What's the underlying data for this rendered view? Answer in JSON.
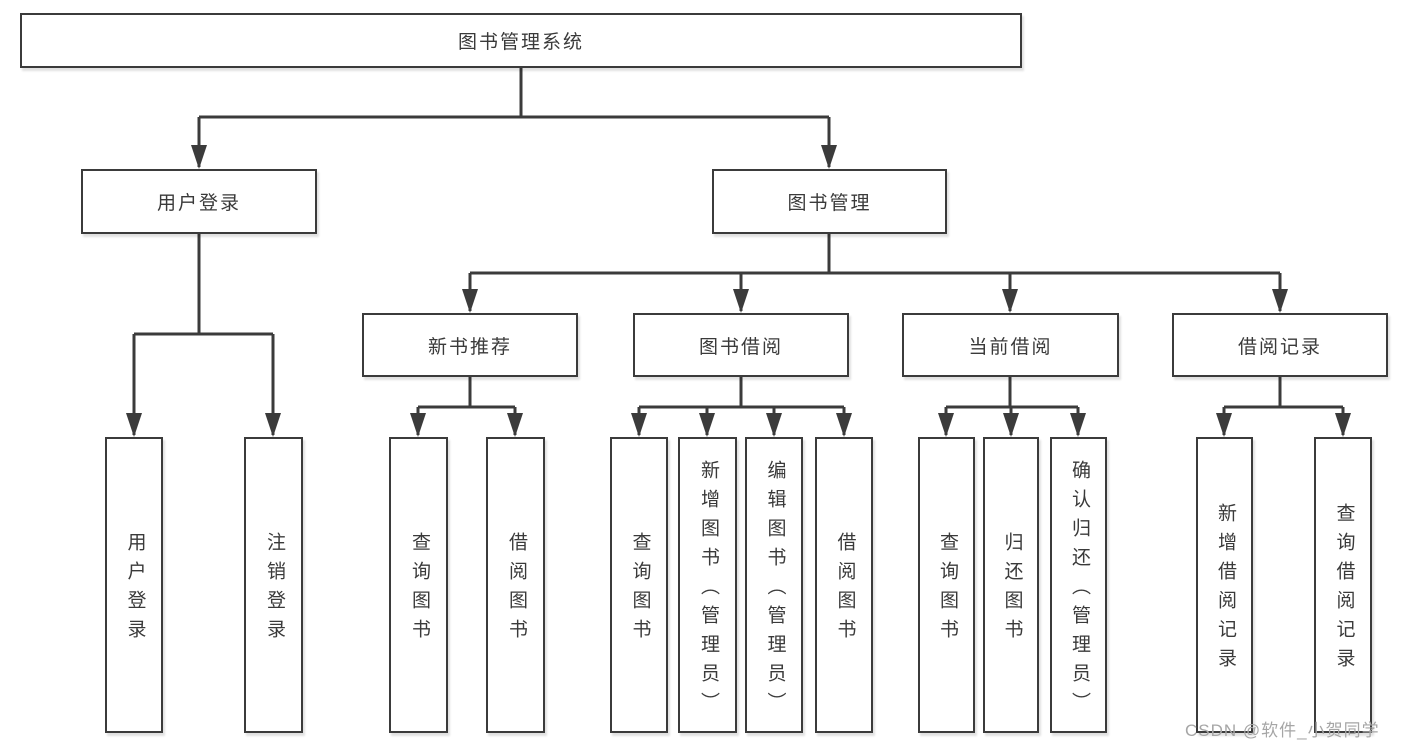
{
  "tree": {
    "root": {
      "label": "图书管理系统"
    },
    "branches": [
      {
        "label": "用户登录",
        "children": [
          "用户登录",
          "注销登录"
        ]
      },
      {
        "label": "图书管理",
        "sections": [
          {
            "label": "新书推荐",
            "children": [
              "查询图书",
              "借阅图书"
            ]
          },
          {
            "label": "图书借阅",
            "children": [
              "查询图书",
              "新增图书（管理员）",
              "编辑图书（管理员）",
              "借阅图书"
            ]
          },
          {
            "label": "当前借阅",
            "children": [
              "查询图书",
              "归还图书",
              "确认归还（管理员）"
            ]
          },
          {
            "label": "借阅记录",
            "children": [
              "新增借阅记录",
              "查询借阅记录"
            ]
          }
        ]
      }
    ]
  },
  "watermark": {
    "text": "CSDN @软件_小贺同学"
  },
  "icons": {
    "arrowhead": "filled-down-triangle"
  },
  "colors": {
    "line": "#3b3b3b",
    "box_border": "#3b3b3b",
    "text": "#3a3a3a",
    "watermark": "#a6a6a6",
    "background": "#ffffff"
  }
}
